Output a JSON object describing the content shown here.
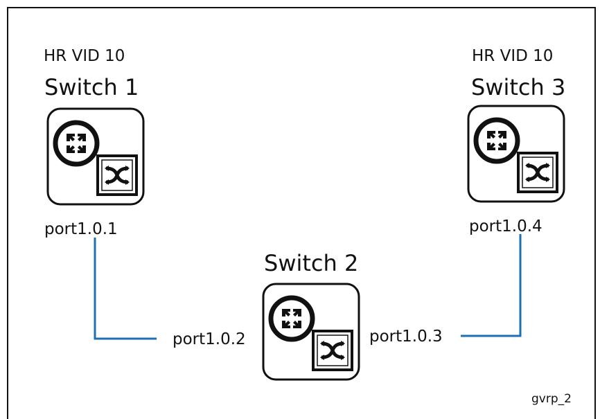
{
  "diagram": {
    "switches": [
      {
        "vlan": "HR VID 10",
        "name": "Switch 1",
        "port": "port1.0.1"
      },
      {
        "name": "Switch 2",
        "ports": [
          "port1.0.2",
          "port1.0.3"
        ]
      },
      {
        "vlan": "HR VID 10",
        "name": "Switch 3",
        "port": "port1.0.4"
      }
    ],
    "figure_id": "gvrp_2",
    "colors": {
      "link": "#1a6fb5",
      "outline": "#111111"
    },
    "icon": "layer3-switch-icon"
  }
}
